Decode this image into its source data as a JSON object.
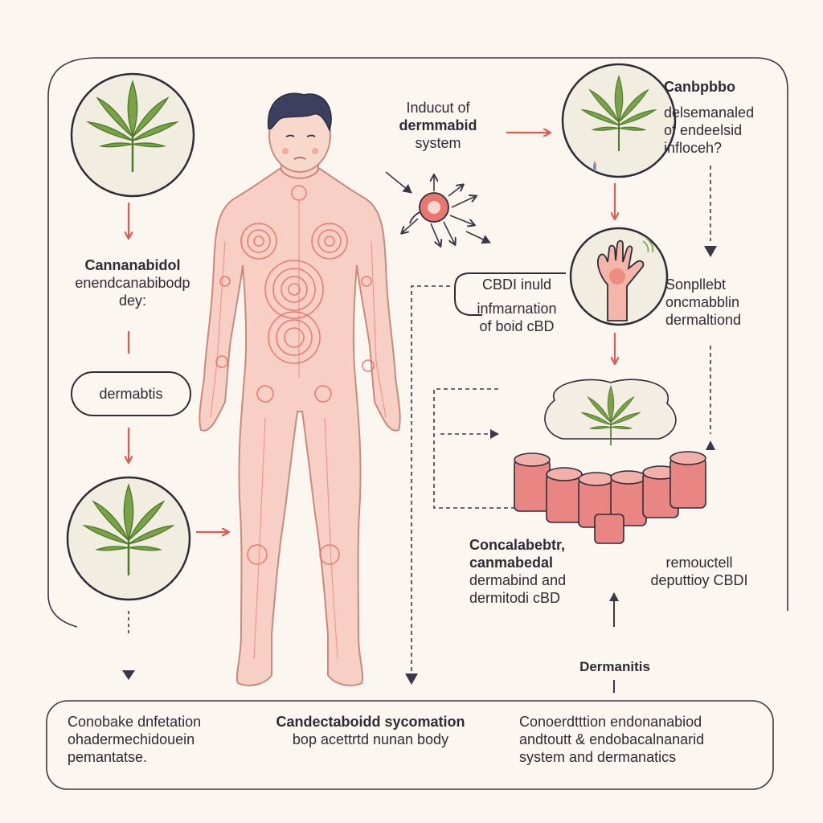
{
  "colors": {
    "background": "#fbf6ef",
    "ink": "#2f2c3a",
    "leaf": "#6f9a3d",
    "inflammation": "#e8776f",
    "skin": "#f5c2b8"
  },
  "left_column": {
    "label_top": [
      "Cannanabidol",
      "enendcanabibodp",
      "dey:"
    ],
    "pill_label": "dermabtis"
  },
  "top_center": {
    "label": [
      "Inducut of",
      "dermmabid",
      "system"
    ]
  },
  "top_right": {
    "label": [
      "Canbpbbo",
      "delsemanaled",
      "of endeelsid",
      "infloceh?"
    ]
  },
  "middle_center": {
    "pill_label": "CBDI inuld",
    "label": [
      "infmarnation",
      "of boid cBD"
    ]
  },
  "middle_right": {
    "label": [
      "Sonpllebt",
      "oncmabblin",
      "dermaltiond"
    ]
  },
  "lower_center": {
    "label": [
      "Concalabebtr,",
      "canmabedal",
      "dermabind and",
      "dermitodi cBD"
    ]
  },
  "lower_right": {
    "label": [
      "remouctell",
      "deputtioy CBDI"
    ]
  },
  "bottom_label": "Dermanitis",
  "footer": {
    "col1": [
      "Conobake dnfetation",
      "ohadermechidouein",
      "pemantatse."
    ],
    "col2": [
      "Candectaboidd sycomation",
      "bop acettrtd nunan body"
    ],
    "col3": [
      "Conoerdtttion endonanabiod",
      "andtoutt & endobacalnanarid",
      "system  and dermanatics"
    ]
  }
}
